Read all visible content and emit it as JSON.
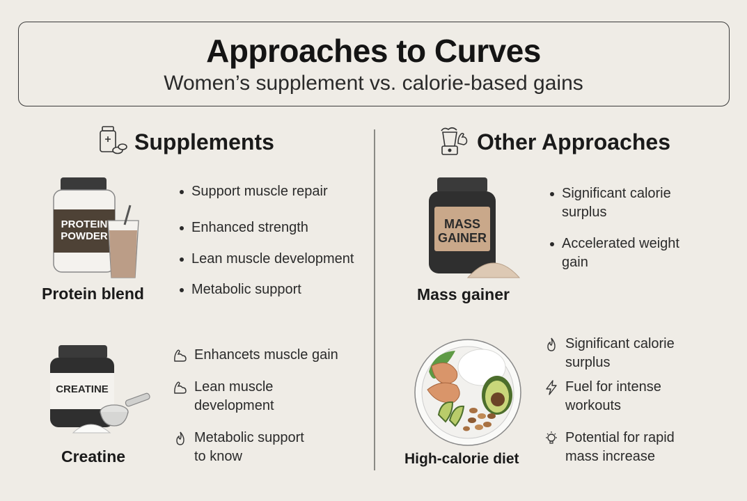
{
  "header": {
    "title": "Approaches to Curves",
    "subtitle": "Women’s supplement vs. calorie-based gains"
  },
  "supplements": {
    "heading": "Supplements",
    "icon": "supplement-bottle-icon",
    "protein": {
      "jar_label_line1": "PROTEIN",
      "jar_label_line2": "POWDER",
      "label": "Protein blend",
      "bullets": [
        "Support muscle repair",
        "Enhanced strength",
        "Lean muscle development",
        "Metabolic support"
      ]
    },
    "creatine": {
      "jar_label": "CREATINE",
      "label": "Creatine",
      "bullets": [
        {
          "icon": "flexed-arm-icon",
          "line1": "Enhancets muscle gain",
          "line2": ""
        },
        {
          "icon": "flexed-arm-icon",
          "line1": "Lean muscle",
          "line2": "development"
        },
        {
          "icon": "flame-icon",
          "line1": "Metabolic support",
          "line2": "to know"
        }
      ]
    }
  },
  "other": {
    "heading": "Other Approaches",
    "icon": "blender-muscle-icon",
    "mass_gainer": {
      "jar_label_line1": "MASS",
      "jar_label_line2": "GAINER",
      "label": "Mass gainer",
      "bullets": [
        {
          "line1": "Significant calorie",
          "line2": "surplus"
        },
        {
          "line1": "Accelerated weight",
          "line2": "gain"
        }
      ]
    },
    "diet": {
      "label": "High-calorie diet",
      "bullets": [
        {
          "icon": "flame-icon",
          "line1": "Significant calorie",
          "line2": "surplus"
        },
        {
          "icon": "lightning-icon",
          "line1": "Fuel for intense",
          "line2": "workouts"
        },
        {
          "icon": "lightbulb-icon",
          "line1": "Potential for rapid",
          "line2": "mass increase"
        }
      ]
    }
  },
  "colors": {
    "background": "#efece6",
    "jar_dark": "#2f2f2f",
    "protein_label": "#5a4a3c",
    "mass_label": "#c9a88a",
    "shake": "#b89a84"
  }
}
